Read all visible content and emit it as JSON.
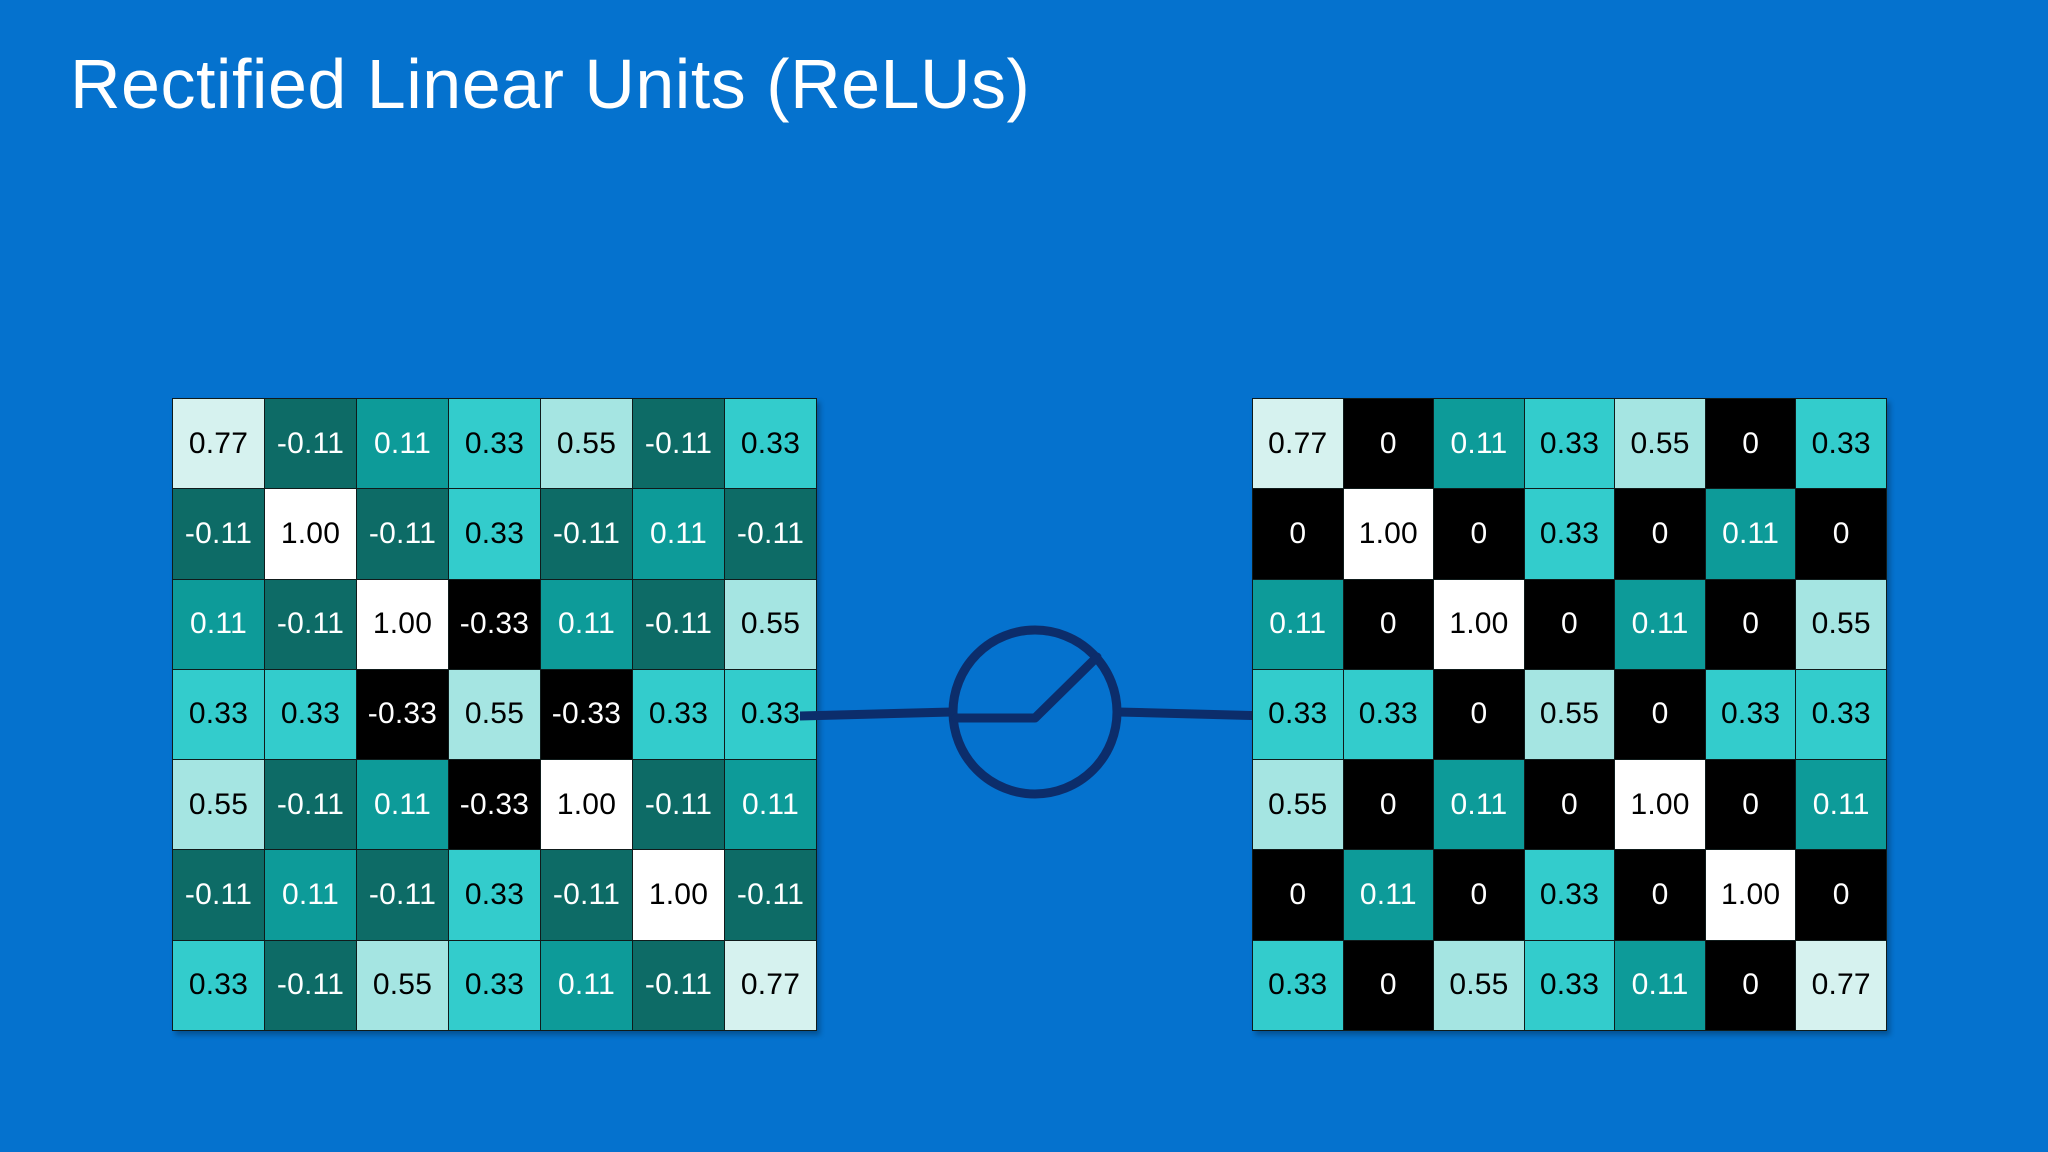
{
  "slide": {
    "title": "Rectified Linear Units (ReLUs)",
    "background_color": "#0572ce",
    "title_color": "#ffffff"
  },
  "icon": {
    "name": "relu-activation-icon",
    "stroke_color": "#0c2d6b"
  },
  "palette": {
    "1.00": {
      "bg": "#ffffff",
      "fg": "#000000"
    },
    "0.77": {
      "bg": "#d6f2ef",
      "fg": "#000000"
    },
    "0.55": {
      "bg": "#a5e5e2",
      "fg": "#000000"
    },
    "0.33": {
      "bg": "#33cccc",
      "fg": "#000000"
    },
    "0.11": {
      "bg": "#0d9b99",
      "fg": "#ffffff"
    },
    "-0.11": {
      "bg": "#0d6b66",
      "fg": "#ffffff"
    },
    "-0.33": {
      "bg": "#000000",
      "fg": "#ffffff"
    },
    "0": {
      "bg": "#000000",
      "fg": "#ffffff"
    }
  },
  "chart_data": {
    "type": "heatmap",
    "title": "Rectified Linear Units (ReLUs)",
    "xlabel": "",
    "ylabel": "",
    "grid": true,
    "legend": "none",
    "colorscale": {
      "1.00": "#ffffff",
      "0.77": "#d6f2ef",
      "0.55": "#a5e5e2",
      "0.33": "#33cccc",
      "0.11": "#0d9b99",
      "-0.11": "#0d6b66",
      "-0.33": "#000000",
      "0": "#000000"
    },
    "panels": [
      {
        "name": "input-feature-map",
        "rows": 7,
        "cols": 7,
        "values": [
          [
            "0.77",
            "-0.11",
            "0.11",
            "0.33",
            "0.55",
            "-0.11",
            "0.33"
          ],
          [
            "-0.11",
            "1.00",
            "-0.11",
            "0.33",
            "-0.11",
            "0.11",
            "-0.11"
          ],
          [
            "0.11",
            "-0.11",
            "1.00",
            "-0.33",
            "0.11",
            "-0.11",
            "0.55"
          ],
          [
            "0.33",
            "0.33",
            "-0.33",
            "0.55",
            "-0.33",
            "0.33",
            "0.33"
          ],
          [
            "0.55",
            "-0.11",
            "0.11",
            "-0.33",
            "1.00",
            "-0.11",
            "0.11"
          ],
          [
            "-0.11",
            "0.11",
            "-0.11",
            "0.33",
            "-0.11",
            "1.00",
            "-0.11"
          ],
          [
            "0.33",
            "-0.11",
            "0.55",
            "0.33",
            "0.11",
            "-0.11",
            "0.77"
          ]
        ]
      },
      {
        "name": "output-feature-map",
        "rows": 7,
        "cols": 7,
        "values": [
          [
            "0.77",
            "0",
            "0.11",
            "0.33",
            "0.55",
            "0",
            "0.33"
          ],
          [
            "0",
            "1.00",
            "0",
            "0.33",
            "0",
            "0.11",
            "0"
          ],
          [
            "0.11",
            "0",
            "1.00",
            "0",
            "0.11",
            "0",
            "0.55"
          ],
          [
            "0.33",
            "0.33",
            "0",
            "0.55",
            "0",
            "0.33",
            "0.33"
          ],
          [
            "0.55",
            "0",
            "0.11",
            "0",
            "1.00",
            "0",
            "0.11"
          ],
          [
            "0",
            "0.11",
            "0",
            "0.33",
            "0",
            "1.00",
            "0"
          ],
          [
            "0.33",
            "0",
            "0.55",
            "0.33",
            "0.11",
            "0",
            "0.77"
          ]
        ]
      }
    ]
  }
}
